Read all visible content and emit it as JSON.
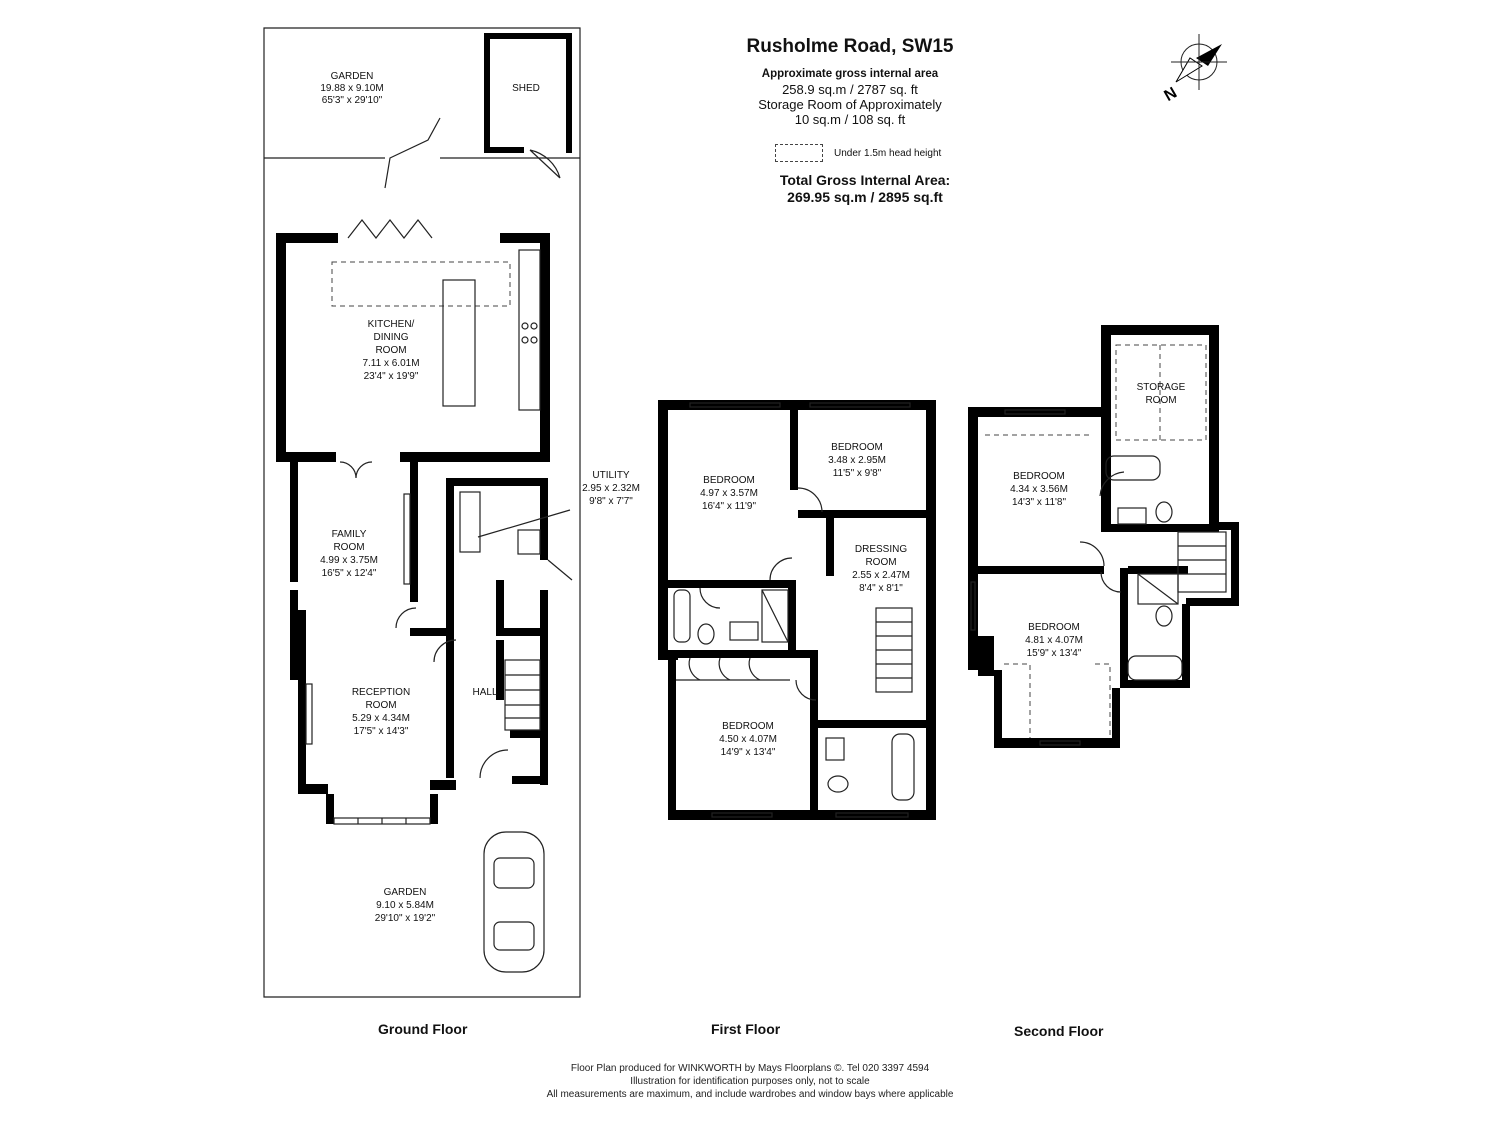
{
  "header": {
    "title": "Rusholme Road, SW15",
    "area_caption": "Approximate gross internal area",
    "area_value": "258.9 sq.m  /  2787 sq. ft",
    "storage_caption": "Storage Room of Approximately",
    "storage_value": "10 sq.m  /  108 sq. ft",
    "legend_text": "Under 1.5m head height",
    "total_label": "Total Gross Internal Area:",
    "total_value": "269.95 sq.m / 2895 sq.ft"
  },
  "compass": {
    "letter": "N",
    "icon": "north-arrow-icon"
  },
  "floors": {
    "ground": {
      "name": "Ground Floor",
      "rooms": {
        "garden_rear": [
          "GARDEN",
          "19.88 x 9.10M",
          "65'3\" x 29'10\""
        ],
        "shed": [
          "SHED"
        ],
        "kitchen": [
          "KITCHEN/",
          "DINING",
          "ROOM",
          "7.11 x 6.01M",
          "23'4\" x 19'9\""
        ],
        "utility": [
          "UTILITY",
          "2.95 x 2.32M",
          "9'8\" x 7'7\""
        ],
        "family": [
          "FAMILY",
          "ROOM",
          "4.99 x 3.75M",
          "16'5\" x 12'4\""
        ],
        "reception": [
          "RECEPTION",
          "ROOM",
          "5.29 x 4.34M",
          "17'5\" x 14'3\""
        ],
        "hall": [
          "HALL"
        ],
        "garden_front": [
          "GARDEN",
          "9.10 x 5.84M",
          "29'10\" x 19'2\""
        ]
      }
    },
    "first": {
      "name": "First Floor",
      "rooms": {
        "bedroom1": [
          "BEDROOM",
          "4.97 x 3.57M",
          "16'4\" x 11'9\""
        ],
        "bedroom2": [
          "BEDROOM",
          "3.48 x 2.95M",
          "11'5\" x 9'8\""
        ],
        "dressing": [
          "DRESSING",
          "ROOM",
          "2.55 x 2.47M",
          "8'4\" x 8'1\""
        ],
        "bedroom3": [
          "BEDROOM",
          "4.50 x 4.07M",
          "14'9\" x 13'4\""
        ]
      }
    },
    "second": {
      "name": "Second Floor",
      "rooms": {
        "storage": [
          "STORAGE",
          "ROOM"
        ],
        "bedroom1": [
          "BEDROOM",
          "4.34 x 3.56M",
          "14'3\" x 11'8\""
        ],
        "bedroom2": [
          "BEDROOM",
          "4.81 x 4.07M",
          "15'9\" x 13'4\""
        ]
      }
    }
  },
  "footer": {
    "line1": "Floor Plan produced for WINKWORTH by Mays Floorplans ©. Tel 020 3397 4594",
    "line2": "Illustration for identification purposes only, not to scale",
    "line3": "All measurements are maximum, and include wardrobes and window bays where applicable"
  }
}
